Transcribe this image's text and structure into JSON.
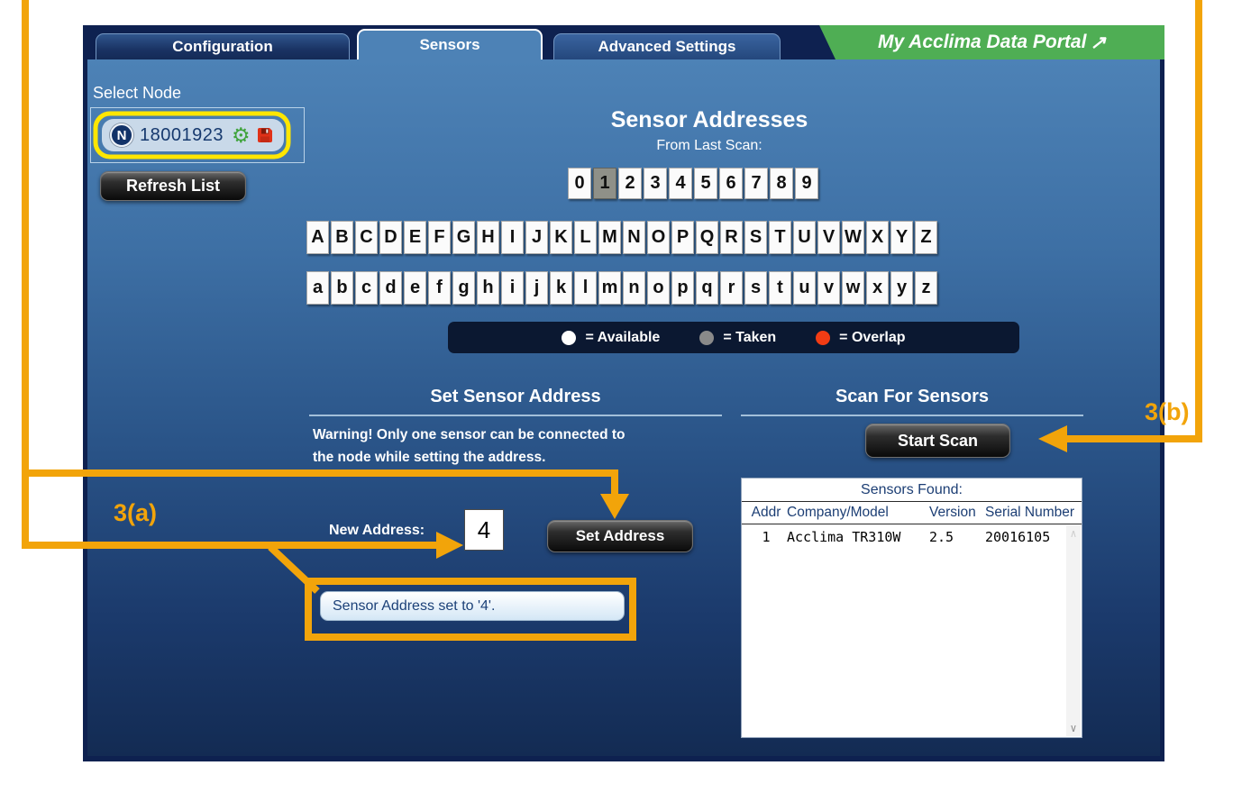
{
  "tabs": {
    "configuration": "Configuration",
    "sensors": "Sensors",
    "advanced": "Advanced Settings"
  },
  "portal": {
    "label": "My Acclima Data Portal",
    "arrow": "↗"
  },
  "node_panel": {
    "label": "Select Node",
    "badge": "N",
    "node_id": "18001923",
    "refresh_button": "Refresh List"
  },
  "addresses": {
    "title": "Sensor Addresses",
    "subtitle": "From Last Scan:",
    "digits": [
      "0",
      "1",
      "2",
      "3",
      "4",
      "5",
      "6",
      "7",
      "8",
      "9"
    ],
    "uppercase": [
      "A",
      "B",
      "C",
      "D",
      "E",
      "F",
      "G",
      "H",
      "I",
      "J",
      "K",
      "L",
      "M",
      "N",
      "O",
      "P",
      "Q",
      "R",
      "S",
      "T",
      "U",
      "V",
      "W",
      "X",
      "Y",
      "Z"
    ],
    "lowercase": [
      "a",
      "b",
      "c",
      "d",
      "e",
      "f",
      "g",
      "h",
      "i",
      "j",
      "k",
      "l",
      "m",
      "n",
      "o",
      "p",
      "q",
      "r",
      "s",
      "t",
      "u",
      "v",
      "w",
      "x",
      "y",
      "z"
    ],
    "taken": [
      "1"
    ],
    "legend": [
      {
        "color": "#ffffff",
        "label": "= Available"
      },
      {
        "color": "#8a8a8a",
        "label": "= Taken"
      },
      {
        "color": "#f23c14",
        "label": "= Overlap"
      }
    ]
  },
  "set_address": {
    "heading": "Set Sensor Address",
    "warning_line1": "Warning! Only one sensor can be connected to",
    "warning_line2": "the node while setting the address.",
    "new_address_label": "New Address:",
    "new_address_value": "4",
    "button": "Set Address",
    "status_message": "Sensor Address set to '4'."
  },
  "scan": {
    "heading": "Scan For Sensors",
    "button": "Start Scan",
    "results_title": "Sensors Found:",
    "columns": [
      "Addr",
      "Company/Model",
      "Version",
      "Serial Number"
    ],
    "rows": [
      {
        "addr": "1",
        "company_model": "Acclima TR310W",
        "version": "2.5",
        "serial": "20016105"
      }
    ]
  },
  "annotations": {
    "step_a": "3(a)",
    "step_b": "3(b)",
    "line_color": "#f2a40a",
    "node_ring_color": "#ffe600"
  }
}
